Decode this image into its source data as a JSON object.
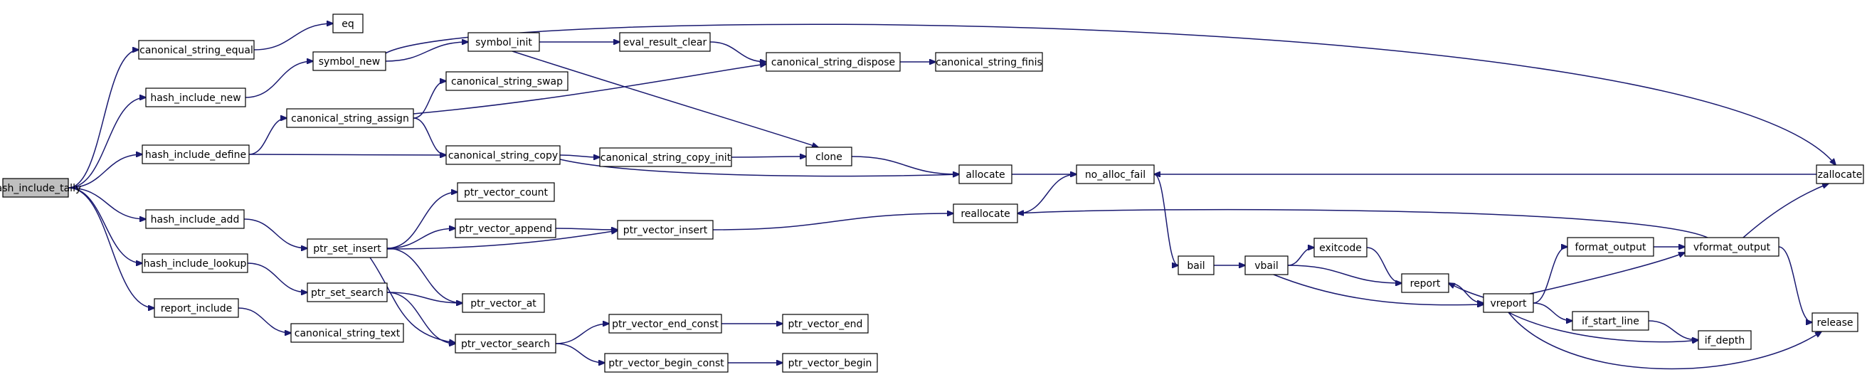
{
  "graph": {
    "colors": {
      "edge": "#191970",
      "node_border": "#000000",
      "focus_fill": "#bfbfbf",
      "node_fill": "#ffffff"
    },
    "nodes": {
      "hash_include_tally": "hash_include_tally",
      "canonical_string_equal": "canonical_string_equal",
      "eq": "eq",
      "hash_include_new": "hash_include_new",
      "symbol_new": "symbol_new",
      "symbol_init": "symbol_init",
      "eval_result_clear": "eval_result_clear",
      "canonical_string_dispose": "canonical_string_dispose",
      "canonical_string_finis": "canonical_string_finis",
      "canonical_string_swap": "canonical_string_swap",
      "canonical_string_assign": "canonical_string_assign",
      "hash_include_define": "hash_include_define",
      "canonical_string_copy": "canonical_string_copy",
      "canonical_string_copy_init": "canonical_string_copy_init",
      "clone": "clone",
      "allocate": "allocate",
      "no_alloc_fail": "no_alloc_fail",
      "zallocate": "zallocate",
      "ptr_vector_count": "ptr_vector_count",
      "hash_include_add": "hash_include_add",
      "ptr_vector_append": "ptr_vector_append",
      "ptr_vector_insert": "ptr_vector_insert",
      "reallocate": "reallocate",
      "ptr_set_insert": "ptr_set_insert",
      "format_output": "format_output",
      "vformat_output": "vformat_output",
      "exitcode": "exitcode",
      "hash_include_lookup": "hash_include_lookup",
      "bail": "bail",
      "vbail": "vbail",
      "report": "report",
      "ptr_set_search": "ptr_set_search",
      "ptr_vector_at": "ptr_vector_at",
      "vreport": "vreport",
      "report_include": "report_include",
      "if_start_line": "if_start_line",
      "release": "release",
      "canonical_string_text": "canonical_string_text",
      "ptr_vector_end_const": "ptr_vector_end_const",
      "ptr_vector_end": "ptr_vector_end",
      "if_depth": "if_depth",
      "ptr_vector_search": "ptr_vector_search",
      "ptr_vector_begin_const": "ptr_vector_begin_const",
      "ptr_vector_begin": "ptr_vector_begin"
    },
    "edges": [
      [
        "hash_include_tally",
        "canonical_string_equal"
      ],
      [
        "hash_include_tally",
        "hash_include_new"
      ],
      [
        "hash_include_tally",
        "hash_include_define"
      ],
      [
        "hash_include_tally",
        "hash_include_add"
      ],
      [
        "hash_include_tally",
        "hash_include_lookup"
      ],
      [
        "hash_include_tally",
        "report_include"
      ],
      [
        "canonical_string_equal",
        "eq"
      ],
      [
        "hash_include_new",
        "symbol_new"
      ],
      [
        "symbol_new",
        "symbol_init"
      ],
      [
        "symbol_new",
        "zallocate"
      ],
      [
        "symbol_init",
        "eval_result_clear"
      ],
      [
        "symbol_init",
        "clone"
      ],
      [
        "eval_result_clear",
        "canonical_string_dispose"
      ],
      [
        "canonical_string_dispose",
        "canonical_string_finis"
      ],
      [
        "hash_include_define",
        "canonical_string_assign"
      ],
      [
        "hash_include_define",
        "canonical_string_copy"
      ],
      [
        "canonical_string_assign",
        "canonical_string_swap"
      ],
      [
        "canonical_string_assign",
        "canonical_string_dispose"
      ],
      [
        "canonical_string_assign",
        "canonical_string_copy"
      ],
      [
        "canonical_string_copy",
        "canonical_string_copy_init"
      ],
      [
        "canonical_string_copy",
        "allocate"
      ],
      [
        "canonical_string_copy_init",
        "clone"
      ],
      [
        "clone",
        "allocate"
      ],
      [
        "allocate",
        "no_alloc_fail"
      ],
      [
        "zallocate",
        "no_alloc_fail"
      ],
      [
        "reallocate",
        "no_alloc_fail"
      ],
      [
        "no_alloc_fail",
        "bail"
      ],
      [
        "hash_include_add",
        "ptr_set_insert"
      ],
      [
        "ptr_set_insert",
        "ptr_vector_count"
      ],
      [
        "ptr_set_insert",
        "ptr_vector_append"
      ],
      [
        "ptr_set_insert",
        "ptr_vector_insert"
      ],
      [
        "ptr_set_insert",
        "ptr_vector_at"
      ],
      [
        "ptr_set_insert",
        "ptr_vector_search"
      ],
      [
        "ptr_vector_append",
        "ptr_vector_insert"
      ],
      [
        "ptr_vector_insert",
        "reallocate"
      ],
      [
        "hash_include_lookup",
        "ptr_set_search"
      ],
      [
        "ptr_set_search",
        "ptr_vector_at"
      ],
      [
        "ptr_set_search",
        "ptr_vector_search"
      ],
      [
        "report_include",
        "canonical_string_text"
      ],
      [
        "ptr_vector_search",
        "ptr_vector_end_const"
      ],
      [
        "ptr_vector_search",
        "ptr_vector_begin_const"
      ],
      [
        "ptr_vector_end_const",
        "ptr_vector_end"
      ],
      [
        "ptr_vector_begin_const",
        "ptr_vector_begin"
      ],
      [
        "bail",
        "vbail"
      ],
      [
        "vbail",
        "exitcode"
      ],
      [
        "vbail",
        "report"
      ],
      [
        "vbail",
        "vreport"
      ],
      [
        "exitcode",
        "report"
      ],
      [
        "report",
        "vreport"
      ],
      [
        "vreport",
        "report"
      ],
      [
        "vreport",
        "format_output"
      ],
      [
        "vreport",
        "vformat_output"
      ],
      [
        "vreport",
        "if_start_line"
      ],
      [
        "vreport",
        "if_depth"
      ],
      [
        "vreport",
        "release"
      ],
      [
        "format_output",
        "vformat_output"
      ],
      [
        "if_start_line",
        "if_depth"
      ],
      [
        "vformat_output",
        "zallocate"
      ],
      [
        "vformat_output",
        "reallocate"
      ],
      [
        "vformat_output",
        "release"
      ]
    ]
  }
}
